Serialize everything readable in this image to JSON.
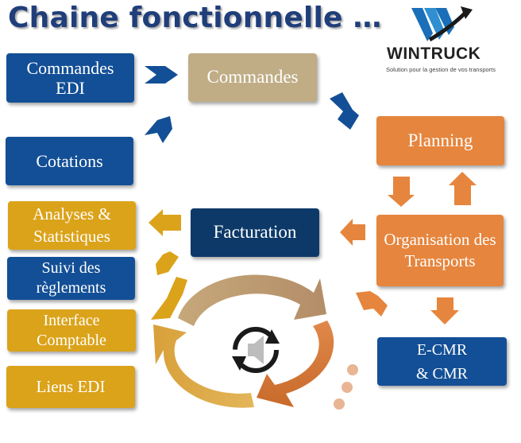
{
  "title": "Chaine fonctionnelle …",
  "logo": {
    "name": "WINTRUCK",
    "tagline": "Solution pour la gestion de vos transports"
  },
  "boxes": {
    "commandes_edi": "Commandes EDI",
    "cotations": "Cotations",
    "commandes": "Commandes",
    "planning": "Planning",
    "organisation": "Organisation des Transports",
    "ecmr_line1": "E-CMR",
    "ecmr_line2": "& CMR",
    "facturation": "Facturation",
    "analyses": "Analyses & Statistiques",
    "suivi": "Suivi des règlements",
    "interface": "Interface Comptable",
    "liens_edi": "Liens EDI"
  },
  "colors": {
    "blue": "#134f96",
    "dark_blue": "#0c3968",
    "gold": "#dba31a",
    "orange": "#e6853d",
    "tan": "#c0ad85",
    "title": "#1f3e7a"
  }
}
